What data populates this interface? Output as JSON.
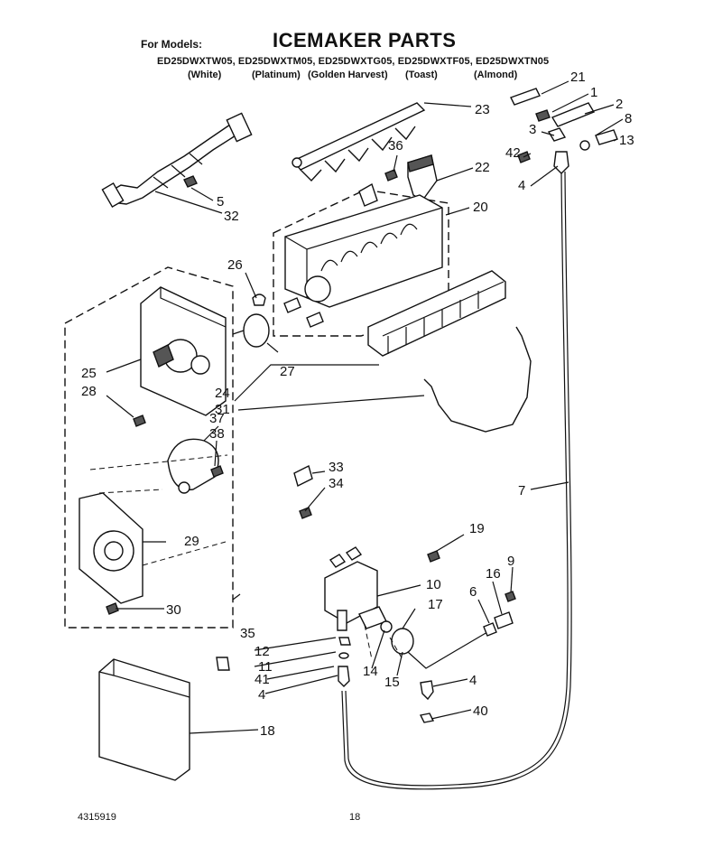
{
  "header": {
    "for_models": "For Models:",
    "title": "ICEMAKER PARTS",
    "models": "ED25DWXTW05, ED25DWXTM05, ED25DWXTG05, ED25DWXTF05, ED25DWXTN05",
    "color_white": "(White)",
    "color_platinum": "(Platinum)",
    "color_golden": "(Golden Harvest)",
    "color_toast": "(Toast)",
    "color_almond": "(Almond)"
  },
  "callouts": {
    "c21": "21",
    "c1": "1",
    "c2": "2",
    "c8": "8",
    "c3": "3",
    "c13": "13",
    "c42": "42",
    "c4a": "4",
    "c23": "23",
    "c36": "36",
    "c22": "22",
    "c20": "20",
    "c5": "5",
    "c32": "32",
    "c26": "26",
    "c27": "27",
    "c25": "25",
    "c28": "28",
    "c24": "24",
    "c31": "31",
    "c37": "37",
    "c38": "38",
    "c33": "33",
    "c34": "34",
    "c7": "7",
    "c29": "29",
    "c19": "19",
    "c30": "30",
    "c9": "9",
    "c16": "16",
    "c6": "6",
    "c10": "10",
    "c17": "17",
    "c35": "35",
    "c12": "12",
    "c11": "11",
    "c41": "41",
    "c14": "14",
    "c15": "15",
    "c4b": "4",
    "c4c": "4",
    "c40": "40",
    "c18": "18"
  },
  "footer": {
    "doc_number": "4315919",
    "page_number": "18"
  }
}
